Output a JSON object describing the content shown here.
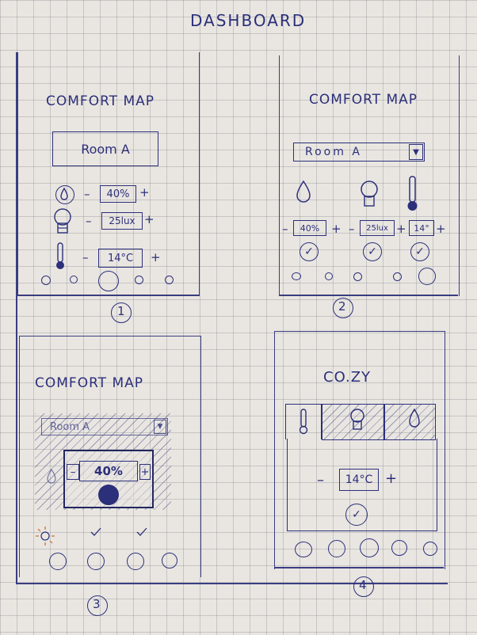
{
  "page": {
    "title": "DASHBOARD"
  },
  "screen1": {
    "title": "COMFORT MAP",
    "room": "Room A",
    "rows": [
      {
        "value": "40%",
        "minus": "–",
        "plus": "+"
      },
      {
        "value": "25lux",
        "minus": "–",
        "plus": "+"
      },
      {
        "value": "14°C",
        "minus": "–",
        "plus": "+"
      }
    ],
    "number": "1"
  },
  "screen2": {
    "title": "COMFORT MAP",
    "room": "Room A",
    "values": [
      "40%",
      "25lux",
      "14°"
    ],
    "plus": "+",
    "minus": "–",
    "check": "✓",
    "number": "2"
  },
  "screen3": {
    "title": "COMFORT MAP",
    "room": "Room A",
    "popup_value": "40%",
    "minus": "–",
    "plus": "+",
    "number": "3"
  },
  "screen4": {
    "title": "CO.ZY",
    "value": "14°C",
    "minus": "–",
    "plus": "+",
    "check": "✓",
    "number": "4"
  },
  "icons": {
    "drop": "drop-icon",
    "bulb": "bulb-icon",
    "thermo": "thermometer-icon",
    "check": "check-icon"
  }
}
